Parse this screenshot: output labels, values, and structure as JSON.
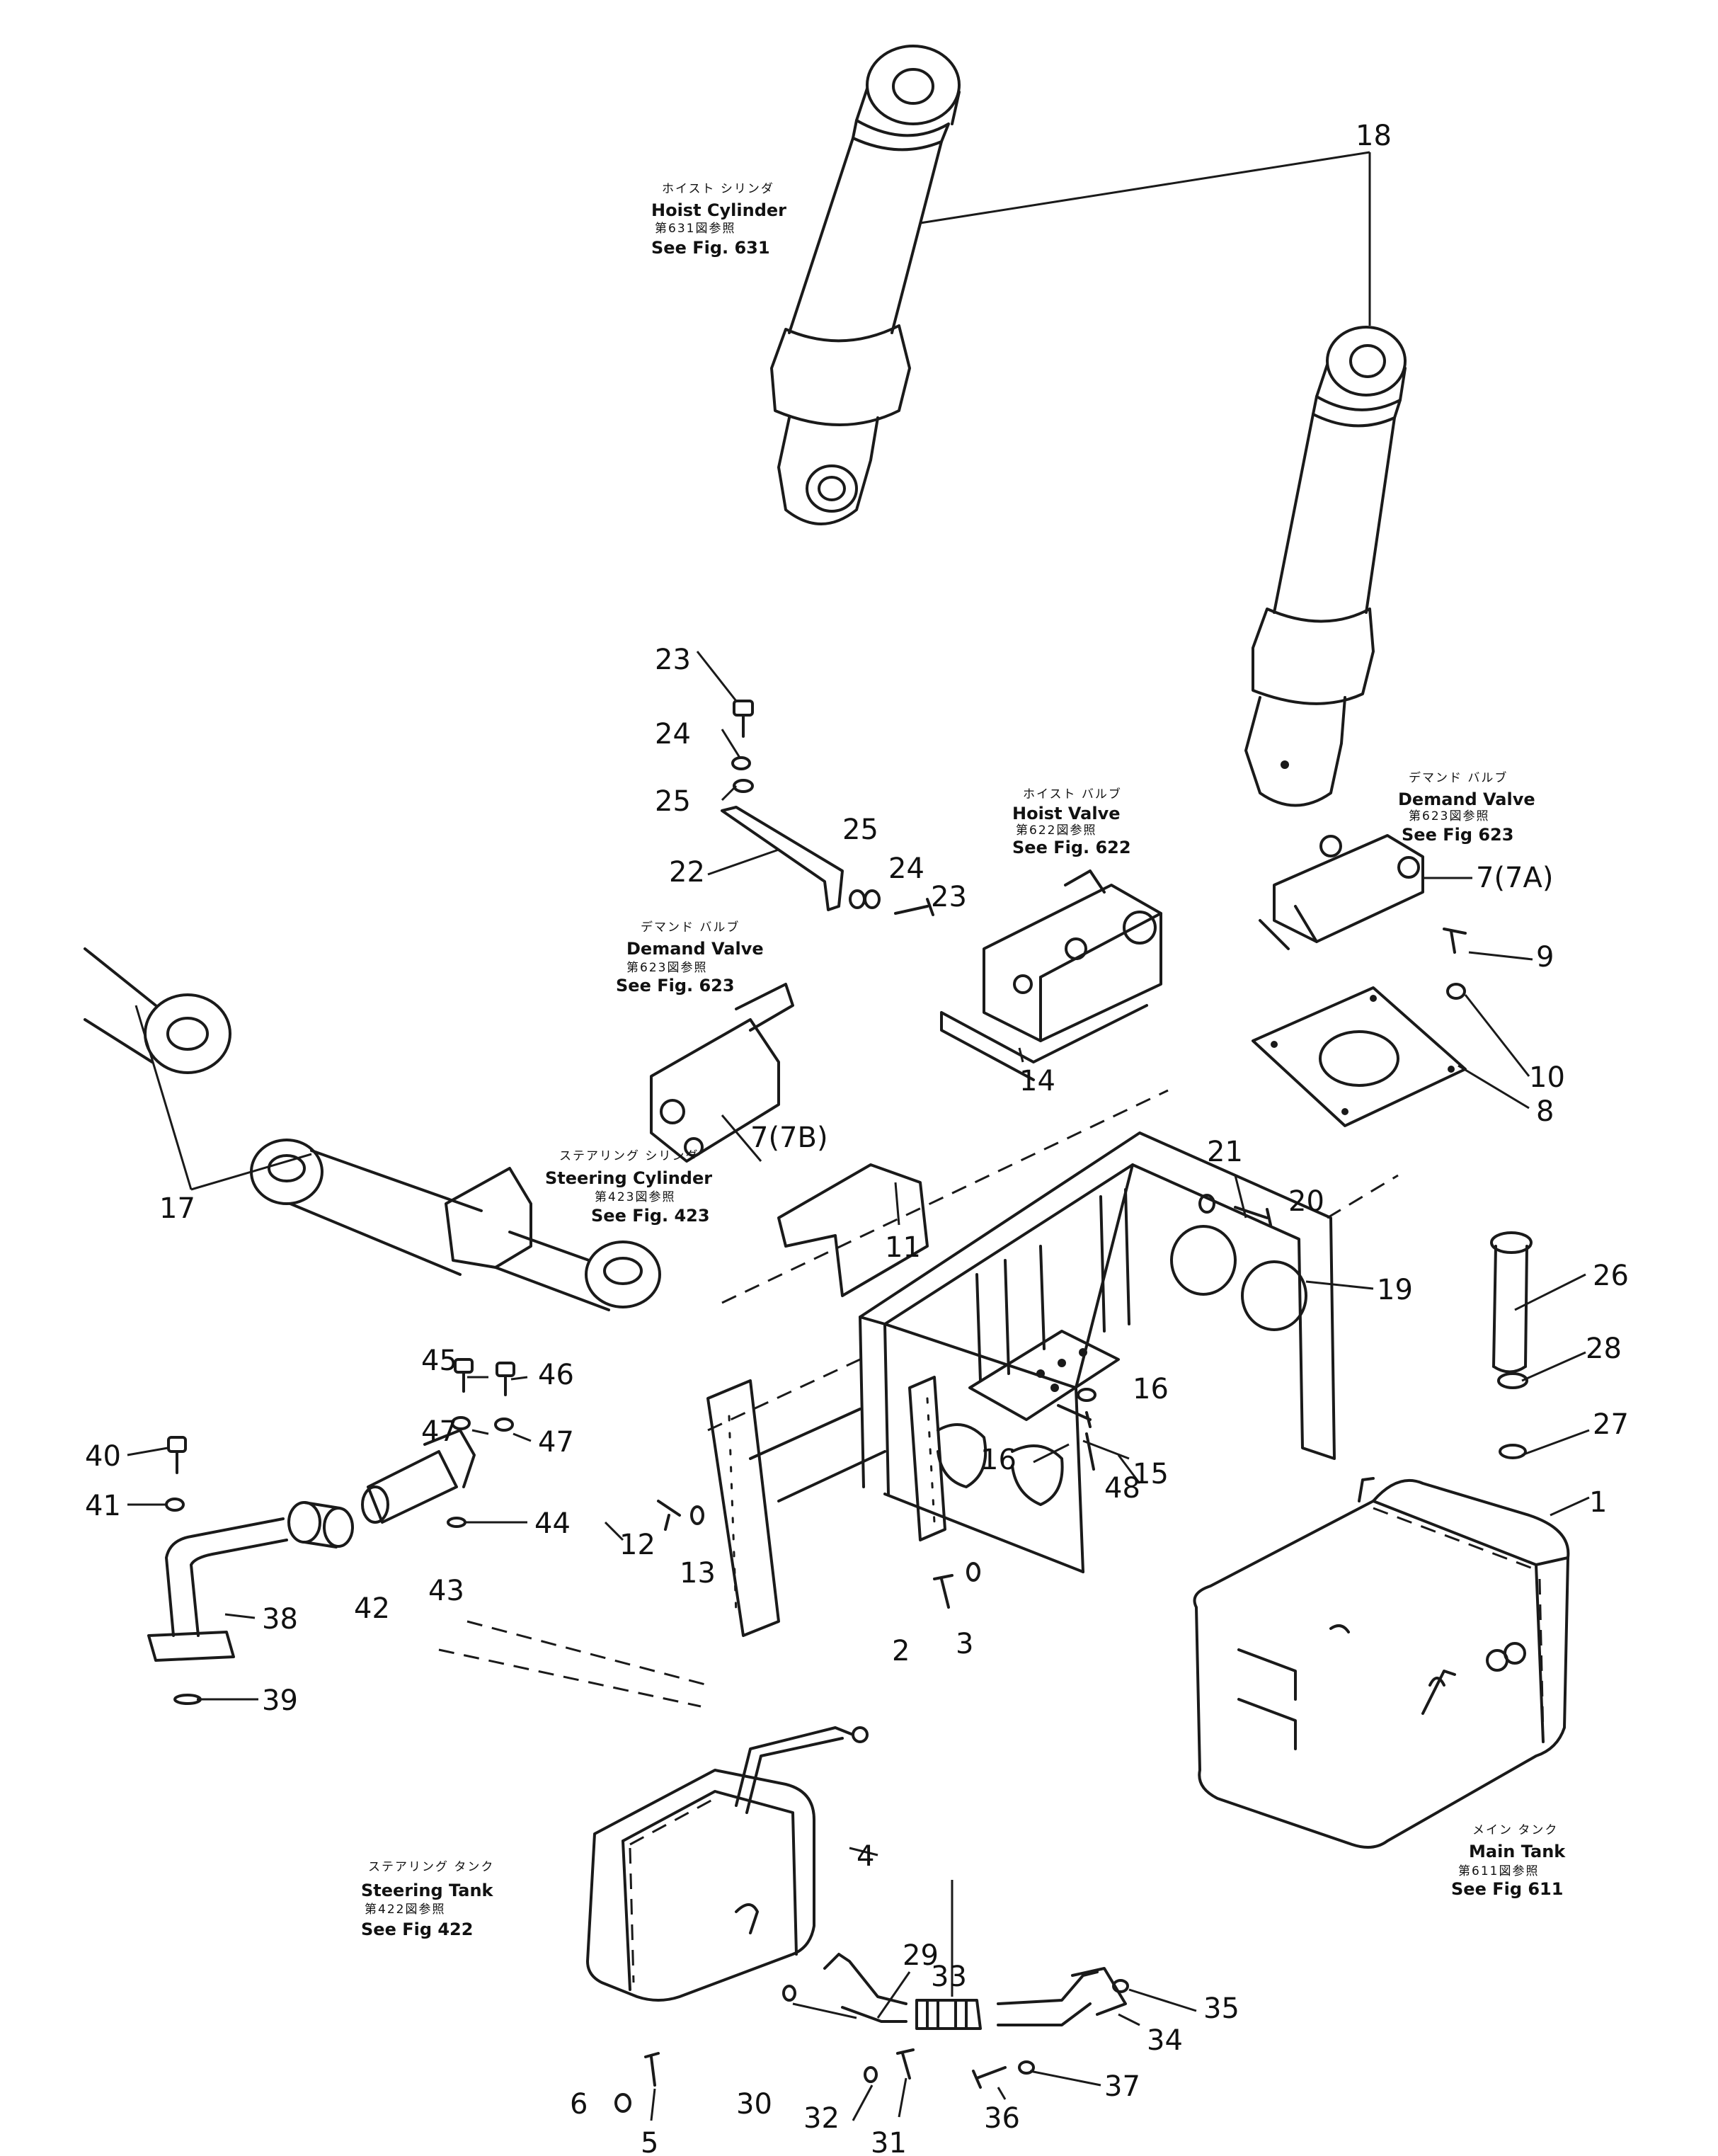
{
  "diagram": {
    "part_numbers": [
      {
        "id": "p1",
        "label": "1"
      },
      {
        "id": "p2",
        "label": "2"
      },
      {
        "id": "p3",
        "label": "3"
      },
      {
        "id": "p4",
        "label": "4"
      },
      {
        "id": "p5",
        "label": "5"
      },
      {
        "id": "p6",
        "label": "6"
      },
      {
        "id": "p7a",
        "label": "7(7A)"
      },
      {
        "id": "p7b",
        "label": "7(7B)"
      },
      {
        "id": "p8",
        "label": "8"
      },
      {
        "id": "p9",
        "label": "9"
      },
      {
        "id": "p10",
        "label": "10"
      },
      {
        "id": "p11",
        "label": "11"
      },
      {
        "id": "p12",
        "label": "12"
      },
      {
        "id": "p13",
        "label": "13"
      },
      {
        "id": "p14",
        "label": "14"
      },
      {
        "id": "p15",
        "label": "15"
      },
      {
        "id": "p16a",
        "label": "16"
      },
      {
        "id": "p16b",
        "label": "16"
      },
      {
        "id": "p17",
        "label": "17"
      },
      {
        "id": "p18",
        "label": "18"
      },
      {
        "id": "p19",
        "label": "19"
      },
      {
        "id": "p20",
        "label": "20"
      },
      {
        "id": "p21",
        "label": "21"
      },
      {
        "id": "p22",
        "label": "22"
      },
      {
        "id": "p23a",
        "label": "23"
      },
      {
        "id": "p23b",
        "label": "23"
      },
      {
        "id": "p24a",
        "label": "24"
      },
      {
        "id": "p24b",
        "label": "24"
      },
      {
        "id": "p25a",
        "label": "25"
      },
      {
        "id": "p25b",
        "label": "25"
      },
      {
        "id": "p26",
        "label": "26"
      },
      {
        "id": "p27",
        "label": "27"
      },
      {
        "id": "p28",
        "label": "28"
      },
      {
        "id": "p29",
        "label": "29"
      },
      {
        "id": "p30",
        "label": "30"
      },
      {
        "id": "p31",
        "label": "31"
      },
      {
        "id": "p32",
        "label": "32"
      },
      {
        "id": "p33",
        "label": "33"
      },
      {
        "id": "p34",
        "label": "34"
      },
      {
        "id": "p35",
        "label": "35"
      },
      {
        "id": "p36",
        "label": "36"
      },
      {
        "id": "p37",
        "label": "37"
      },
      {
        "id": "p38",
        "label": "38"
      },
      {
        "id": "p39",
        "label": "39"
      },
      {
        "id": "p40",
        "label": "40"
      },
      {
        "id": "p41",
        "label": "41"
      },
      {
        "id": "p42",
        "label": "42"
      },
      {
        "id": "p43",
        "label": "43"
      },
      {
        "id": "p44",
        "label": "44"
      },
      {
        "id": "p45",
        "label": "45"
      },
      {
        "id": "p46",
        "label": "46"
      },
      {
        "id": "p47a",
        "label": "47"
      },
      {
        "id": "p47b",
        "label": "47"
      },
      {
        "id": "p48",
        "label": "48"
      }
    ],
    "callouts": {
      "hoist_cylinder": {
        "jp": "ホイスト シリンダ",
        "name": "Hoist Cylinder",
        "ref_jp": "第631図参照",
        "see": "See Fig. 631"
      },
      "hoist_valve": {
        "jp": "ホイスト バルブ",
        "name": "Hoist Valve",
        "ref_jp": "第622図参照",
        "see": "See Fig. 622"
      },
      "demand_valve_a": {
        "jp": "デマンド バルブ",
        "name": "Demand Valve",
        "ref_jp": "第623図参照",
        "see": "See Fig 623"
      },
      "demand_valve_b": {
        "jp": "デマンド バルブ",
        "name": "Demand Valve",
        "ref_jp": "第623図参照",
        "see": "See Fig. 623"
      },
      "steering_cylinder": {
        "jp": "ステアリング シリンダ",
        "name": "Steering Cylinder",
        "ref_jp": "第423図参照",
        "see": "See Fig. 423"
      },
      "steering_tank": {
        "jp": "ステアリング タンク",
        "name": "Steering  Tank",
        "ref_jp": "第422図参照",
        "see": "See Fig  422"
      },
      "main_tank": {
        "jp": "メイン タンク",
        "name": "Main Tank",
        "ref_jp": "第611図参照",
        "see": "See Fig 611"
      }
    }
  }
}
